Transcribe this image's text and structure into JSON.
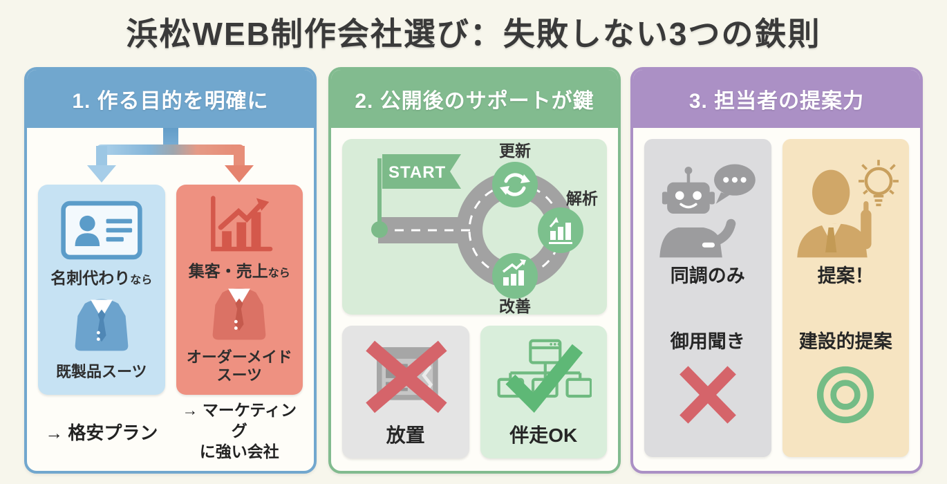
{
  "title": "浜松WEB制作会社選び：失敗しない3つの鉄則",
  "panels": {
    "purpose": {
      "header": "1. 作る目的を明確に",
      "card_label": "名刺代わり",
      "card_suffix": "なら",
      "card_suit": "既製品スーツ",
      "card_result": "→ 格安プラン",
      "sales_label": "集客・売上",
      "sales_suffix": "なら",
      "sales_suit_line1": "オーダーメイド",
      "sales_suit_line2": "スーツ",
      "sales_result_line1": "→ マーケティング",
      "sales_result_line2": "に強い会社"
    },
    "support": {
      "header": "2. 公開後のサポートが鍵",
      "start": "START",
      "update": "更新",
      "analysis": "解析",
      "improve": "改善",
      "bad_label": "放置",
      "good_label": "伴走OK"
    },
    "proposal": {
      "header": "3. 担当者の提案力",
      "bad_top": "同調のみ",
      "bad_bottom": "御用聞き",
      "good_top": "提案！",
      "good_bottom": "建設的提案"
    }
  },
  "colors": {
    "background": "#f7f6ec",
    "title_text": "#3a3a3a",
    "panel1_accent": "#71a7ce",
    "panel2_accent": "#82bb8f",
    "panel3_accent": "#ab90c5",
    "light_blue_box": "#c6e2f3",
    "salmon_box": "#ee9181",
    "road_box_green": "#d8ecd8",
    "gray_box": "#e4e4e4",
    "good_green_box": "#d9eedb",
    "beige_box": "#f6e4c1",
    "bad_red": "#d5646a",
    "check_green": "#5eb876",
    "circle_green": "#74bc86"
  }
}
